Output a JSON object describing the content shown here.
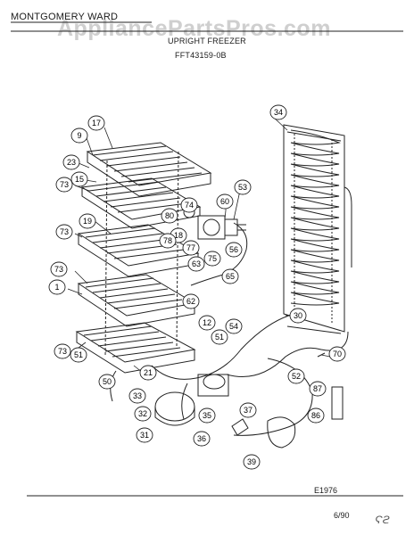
{
  "header": {
    "brand": "MONTGOMERY WARD",
    "watermark": "AppliancePartsPros.com",
    "title": "UPRIGHT FREEZER",
    "model": "FFT43159-0B"
  },
  "callouts": [
    "17",
    "9",
    "23",
    "15",
    "73",
    "80",
    "74",
    "60",
    "53",
    "34",
    "19",
    "18",
    "78",
    "77",
    "75",
    "56",
    "73",
    "63",
    "65",
    "73",
    "1",
    "62",
    "12",
    "30",
    "54",
    "51",
    "73",
    "51",
    "21",
    "70",
    "52",
    "50",
    "33",
    "87",
    "32",
    "35",
    "37",
    "86",
    "31",
    "36",
    "39"
  ],
  "footer": {
    "code": "E1976",
    "date": "6/90",
    "handwriting": "Ϛϩ"
  },
  "colors": {
    "ink": "#1a1a1a",
    "watermark": "#cfcfcf"
  }
}
